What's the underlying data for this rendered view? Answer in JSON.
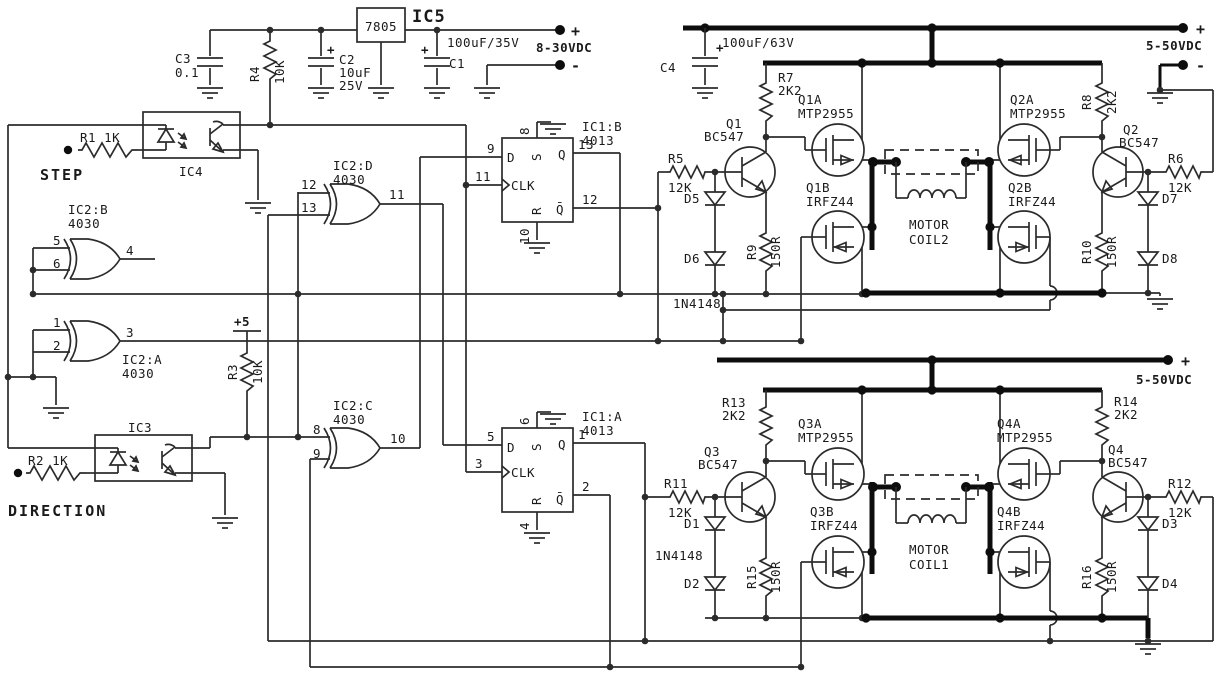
{
  "schematic": {
    "power": {
      "reg_part": "7805",
      "reg_name": "IC5",
      "c3_name": "C3",
      "c3_val": "0.1",
      "r4_name": "R4",
      "r4_val": "10K",
      "c2_plus": "+",
      "c2_name": "C2",
      "c2_val": "10uF",
      "c2_volt": "25V",
      "c1_plus": "+",
      "c1_name": "C1",
      "c1_rating": "100uF/35V",
      "vin": "8-30VDC",
      "plus": "+",
      "minus": "-"
    },
    "step": {
      "res": "R1 1K",
      "label": "STEP",
      "opto": "IC4"
    },
    "dir": {
      "res": "R2 1K",
      "label": "DIRECTION",
      "opto": "IC3"
    },
    "r3": {
      "name": "R3",
      "val": "10K",
      "rail": "+5"
    },
    "xorB": {
      "name": "IC2:B",
      "part": "4030",
      "in1": "5",
      "in2": "6",
      "out": "4"
    },
    "xorA": {
      "name": "IC2:A",
      "part": "4030",
      "in1": "1",
      "in2": "2",
      "out": "3"
    },
    "xorD": {
      "name": "IC2:D",
      "part": "4030",
      "in1": "12",
      "in2": "13",
      "out": "11"
    },
    "xorC": {
      "name": "IC2:C",
      "part": "4030",
      "in1": "8",
      "in2": "9",
      "out": "10"
    },
    "ffB": {
      "name": "IC1:B",
      "part": "4013",
      "lbl_d": "D",
      "lbl_clk": "CLK",
      "lbl_s": "S",
      "lbl_r": "R",
      "lbl_q": "Q",
      "lbl_qb": "Q̄",
      "p_d": "9",
      "p_clk": "11",
      "p_s": "8",
      "p_r": "10",
      "p_q": "13",
      "p_qb": "12"
    },
    "ffA": {
      "name": "IC1:A",
      "part": "4013",
      "lbl_d": "D",
      "lbl_clk": "CLK",
      "lbl_s": "S",
      "lbl_r": "R",
      "lbl_q": "Q",
      "lbl_qb": "Q̄",
      "p_d": "5",
      "p_clk": "3",
      "p_s": "6",
      "p_r": "4",
      "p_q": "1",
      "p_qb": "2"
    },
    "b2": {
      "c4_name": "C4",
      "c4_rating": "100uF/63V",
      "c4_plus": "+",
      "vcc": "5-50VDC",
      "plus": "+",
      "minus": "-",
      "r7n": "R7",
      "r7v": "2K2",
      "r8n": "R8",
      "r8v": "2K2",
      "q1n": "Q1",
      "q1p": "BC547",
      "q2n": "Q2",
      "q2p": "BC547",
      "q1an": "Q1A",
      "q1ap": "MTP2955",
      "q2an": "Q2A",
      "q2ap": "MTP2955",
      "q1bn": "Q1B",
      "q1bp": "IRFZ44",
      "q2bn": "Q2B",
      "q2bp": "IRFZ44",
      "r5n": "R5",
      "r5v": "12K",
      "r6n": "R6",
      "r6v": "12K",
      "r9n": "R9",
      "r9v": "150R",
      "r10n": "R10",
      "r10v": "150R",
      "d5": "D5",
      "d6": "D6",
      "d7": "D7",
      "d8": "D8",
      "dtype": "1N4148",
      "m1": "MOTOR",
      "m2": "COIL2"
    },
    "b1": {
      "vcc": "5-50VDC",
      "plus": "+",
      "r13n": "R13",
      "r13v": "2K2",
      "r14n": "R14",
      "r14v": "2K2",
      "q3n": "Q3",
      "q3p": "BC547",
      "q4n": "Q4",
      "q4p": "BC547",
      "q3an": "Q3A",
      "q3ap": "MTP2955",
      "q4an": "Q4A",
      "q4ap": "MTP2955",
      "q3bn": "Q3B",
      "q3bp": "IRFZ44",
      "q4bn": "Q4B",
      "q4bp": "IRFZ44",
      "r11n": "R11",
      "r11v": "12K",
      "r12n": "R12",
      "r12v": "12K",
      "r15n": "R15",
      "r15v": "150R",
      "r16n": "R16",
      "r16v": "150R",
      "d1": "D1",
      "d2": "D2",
      "d3": "D3",
      "d4": "D4",
      "dtype": "1N4148",
      "m1": "MOTOR",
      "m2": "COIL1"
    }
  }
}
